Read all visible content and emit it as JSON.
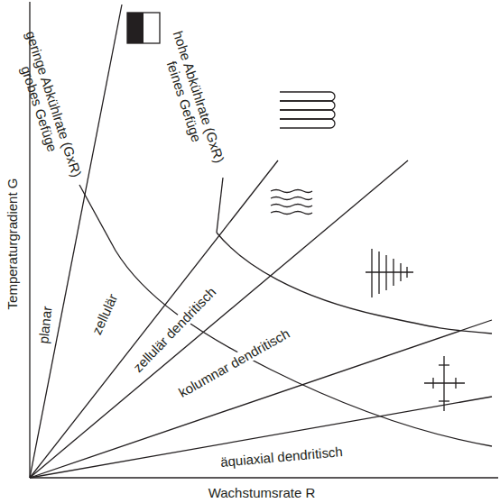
{
  "diagram": {
    "labels": [
      "geringe Abkühlrate (GxR)",
      "grobes Gefüge",
      "hohe Abkühlrate (GxR)",
      "feines Gefüge",
      "planar",
      "zellulär",
      "zellulär dendritisch",
      "kolumnar dendritisch",
      "äquiaxial dendritisch",
      "Temperaturgradient G",
      "Wachstumsrate R"
    ]
  }
}
